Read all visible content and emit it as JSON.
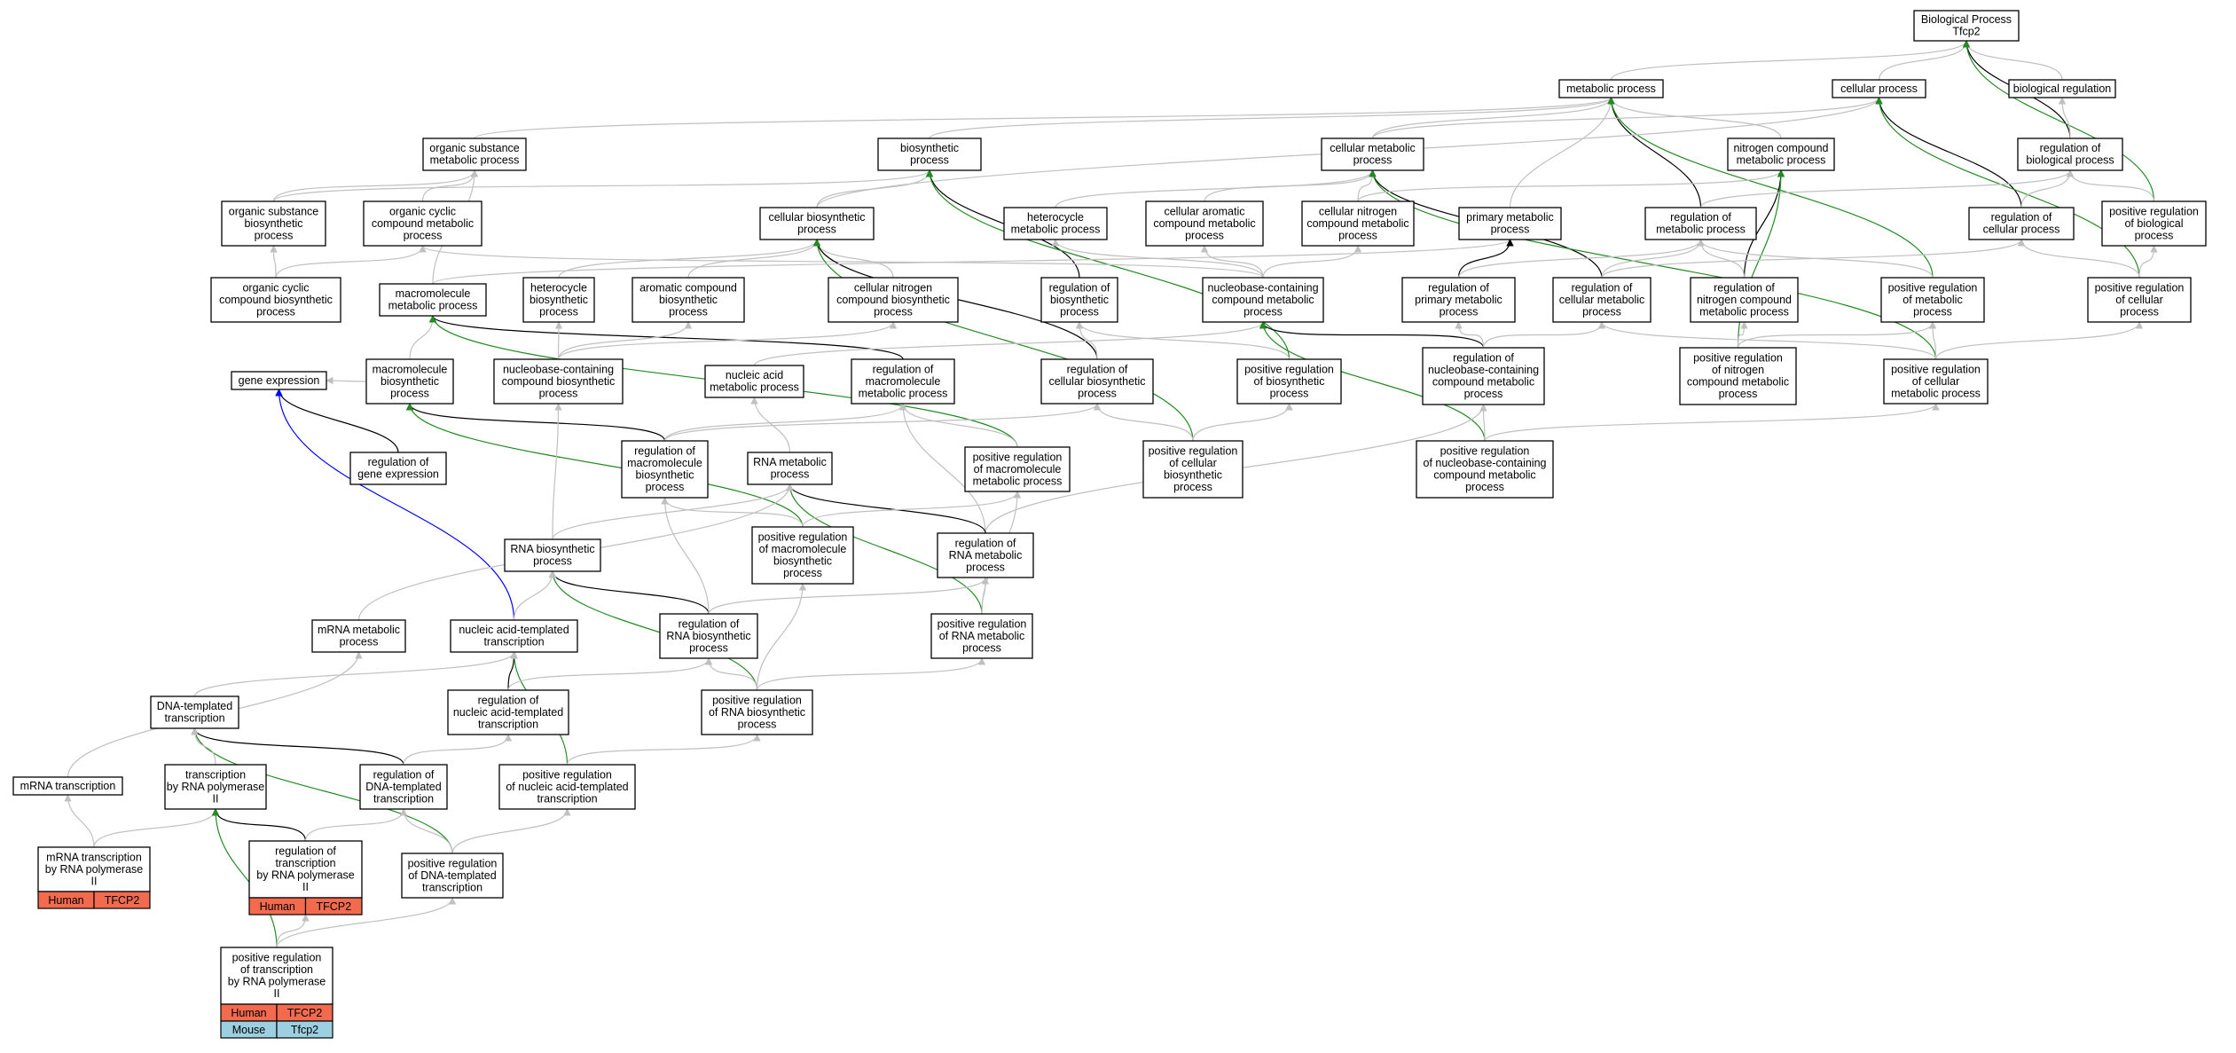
{
  "colors": {
    "grey_edge": "#c0c0c0",
    "black_edge": "#000000",
    "green_edge": "#228b22",
    "blue_edge": "#0000ff",
    "human_cell": "#f26b4f",
    "mouse_cell": "#9ccfe0"
  },
  "nodes": [
    {
      "id": "bp",
      "lines": [
        "Biological Process",
        "Tfcp2"
      ]
    },
    {
      "id": "metabolic",
      "lines": [
        "metabolic process"
      ]
    },
    {
      "id": "cellular",
      "lines": [
        "cellular process"
      ]
    },
    {
      "id": "bioreg",
      "lines": [
        "biological regulation"
      ]
    },
    {
      "id": "orgsubmet",
      "lines": [
        "organic substance",
        "metabolic process"
      ]
    },
    {
      "id": "biosyn",
      "lines": [
        "biosynthetic",
        "process"
      ]
    },
    {
      "id": "cellmet",
      "lines": [
        "cellular metabolic",
        "process"
      ]
    },
    {
      "id": "nitromet",
      "lines": [
        "nitrogen compound",
        "metabolic process"
      ]
    },
    {
      "id": "regbio",
      "lines": [
        "regulation of",
        "biological process"
      ]
    },
    {
      "id": "orgsubbiosyn",
      "lines": [
        "organic substance",
        "biosynthetic",
        "process"
      ]
    },
    {
      "id": "orgcycmet",
      "lines": [
        "organic cyclic",
        "compound metabolic",
        "process"
      ]
    },
    {
      "id": "cellbiosyn",
      "lines": [
        "cellular biosynthetic",
        "process"
      ]
    },
    {
      "id": "heteromet",
      "lines": [
        "heterocycle",
        "metabolic process"
      ]
    },
    {
      "id": "cellarom",
      "lines": [
        "cellular aromatic",
        "compound metabolic",
        "process"
      ]
    },
    {
      "id": "cellnitromet",
      "lines": [
        "cellular nitrogen",
        "compound metabolic",
        "process"
      ]
    },
    {
      "id": "primmet",
      "lines": [
        "primary metabolic",
        "process"
      ]
    },
    {
      "id": "regmet",
      "lines": [
        "regulation of",
        "metabolic process"
      ]
    },
    {
      "id": "regcell",
      "lines": [
        "regulation of",
        "cellular process"
      ]
    },
    {
      "id": "posregbio",
      "lines": [
        "positive regulation",
        "of biological",
        "process"
      ]
    },
    {
      "id": "orgcycbiosyn",
      "lines": [
        "organic cyclic",
        "compound biosynthetic",
        "process"
      ]
    },
    {
      "id": "macromet",
      "lines": [
        "macromolecule",
        "metabolic process"
      ]
    },
    {
      "id": "heterobiosyn",
      "lines": [
        "heterocycle",
        "biosynthetic",
        "process"
      ]
    },
    {
      "id": "arombiosyn",
      "lines": [
        "aromatic compound",
        "biosynthetic",
        "process"
      ]
    },
    {
      "id": "cellnitrobiosyn",
      "lines": [
        "cellular nitrogen",
        "compound biosynthetic",
        "process"
      ]
    },
    {
      "id": "regbiosyn",
      "lines": [
        "regulation of",
        "biosynthetic",
        "process"
      ]
    },
    {
      "id": "nucbasemet",
      "lines": [
        "nucleobase-containing",
        "compound metabolic",
        "process"
      ]
    },
    {
      "id": "regprimmet",
      "lines": [
        "regulation of",
        "primary metabolic",
        "process"
      ]
    },
    {
      "id": "regcellmet",
      "lines": [
        "regulation of",
        "cellular metabolic",
        "process"
      ]
    },
    {
      "id": "regnitromet",
      "lines": [
        "regulation of",
        "nitrogen compound",
        "metabolic process"
      ]
    },
    {
      "id": "posregmet",
      "lines": [
        "positive regulation",
        "of metabolic",
        "process"
      ]
    },
    {
      "id": "posregcell",
      "lines": [
        "positive regulation",
        "of cellular",
        "process"
      ]
    },
    {
      "id": "geneexpr",
      "lines": [
        "gene expression"
      ]
    },
    {
      "id": "macrobiosyn",
      "lines": [
        "macromolecule",
        "biosynthetic",
        "process"
      ]
    },
    {
      "id": "nucbasebiosyn",
      "lines": [
        "nucleobase-containing",
        "compound biosynthetic",
        "process"
      ]
    },
    {
      "id": "nucacidmet",
      "lines": [
        "nucleic acid",
        "metabolic process"
      ]
    },
    {
      "id": "regmacromet",
      "lines": [
        "regulation of",
        "macromolecule",
        "metabolic process"
      ]
    },
    {
      "id": "regcellbiosyn",
      "lines": [
        "regulation of",
        "cellular biosynthetic",
        "process"
      ]
    },
    {
      "id": "posregbiosyn",
      "lines": [
        "positive regulation",
        "of biosynthetic",
        "process"
      ]
    },
    {
      "id": "regnucbasemet",
      "lines": [
        "regulation of",
        "nucleobase-containing",
        "compound metabolic",
        "process"
      ]
    },
    {
      "id": "posregnitromet",
      "lines": [
        "positive regulation",
        "of nitrogen",
        "compound metabolic",
        "process"
      ]
    },
    {
      "id": "posregcellmet",
      "lines": [
        "positive regulation",
        "of cellular",
        "metabolic process"
      ]
    },
    {
      "id": "reggeneexpr",
      "lines": [
        "regulation of",
        "gene expression"
      ]
    },
    {
      "id": "regmacrobiosyn",
      "lines": [
        "regulation of",
        "macromolecule",
        "biosynthetic",
        "process"
      ]
    },
    {
      "id": "rnamet",
      "lines": [
        "RNA metabolic",
        "process"
      ]
    },
    {
      "id": "posregmacromet",
      "lines": [
        "positive regulation",
        "of macromolecule",
        "metabolic process"
      ]
    },
    {
      "id": "posregcellbiosyn",
      "lines": [
        "positive regulation",
        "of cellular",
        "biosynthetic",
        "process"
      ]
    },
    {
      "id": "posregnucbasemet",
      "lines": [
        "positive regulation",
        "of nucleobase-containing",
        "compound metabolic",
        "process"
      ]
    },
    {
      "id": "rnabiosyn",
      "lines": [
        "RNA biosynthetic",
        "process"
      ]
    },
    {
      "id": "posregmacrobiosyn",
      "lines": [
        "positive regulation",
        "of macromolecule",
        "biosynthetic",
        "process"
      ]
    },
    {
      "id": "regrnamet",
      "lines": [
        "regulation of",
        "RNA metabolic",
        "process"
      ]
    },
    {
      "id": "mrnamet",
      "lines": [
        "mRNA metabolic",
        "process"
      ]
    },
    {
      "id": "nucacidtrans",
      "lines": [
        "nucleic acid-templated",
        "transcription"
      ]
    },
    {
      "id": "regrnabiosyn",
      "lines": [
        "regulation of",
        "RNA biosynthetic",
        "process"
      ]
    },
    {
      "id": "posregrnamet",
      "lines": [
        "positive regulation",
        "of RNA metabolic",
        "process"
      ]
    },
    {
      "id": "dnatrans",
      "lines": [
        "DNA-templated",
        "transcription"
      ]
    },
    {
      "id": "regnucacidtrans",
      "lines": [
        "regulation of",
        "nucleic acid-templated",
        "transcription"
      ]
    },
    {
      "id": "posregrnabiosyn",
      "lines": [
        "positive regulation",
        "of RNA biosynthetic",
        "process"
      ]
    },
    {
      "id": "mrnatrans",
      "lines": [
        "mRNA transcription"
      ]
    },
    {
      "id": "transpol2",
      "lines": [
        "transcription",
        "by RNA polymerase",
        "II"
      ]
    },
    {
      "id": "regdnatrans",
      "lines": [
        "regulation of",
        "DNA-templated",
        "transcription"
      ]
    },
    {
      "id": "posregnucacidtrans",
      "lines": [
        "positive regulation",
        "of nucleic acid-templated",
        "transcription"
      ]
    },
    {
      "id": "mrnatranspol2",
      "lines": [
        "mRNA transcription",
        "by RNA polymerase",
        "II"
      ],
      "annotations": [
        {
          "species": "Human",
          "gene": "TFCP2"
        }
      ]
    },
    {
      "id": "regtranspol2",
      "lines": [
        "regulation of",
        "transcription",
        "by RNA polymerase",
        "II"
      ],
      "annotations": [
        {
          "species": "Human",
          "gene": "TFCP2"
        }
      ]
    },
    {
      "id": "posregdnatrans",
      "lines": [
        "positive regulation",
        "of DNA-templated",
        "transcription"
      ]
    },
    {
      "id": "posregtranspol2",
      "lines": [
        "positive regulation",
        "of transcription",
        "by RNA polymerase",
        "II"
      ],
      "annotations": [
        {
          "species": "Human",
          "gene": "TFCP2"
        },
        {
          "species": "Mouse",
          "gene": "Tfcp2"
        }
      ]
    }
  ],
  "edges": [
    [
      "metabolic",
      "bp",
      "grey"
    ],
    [
      "cellular",
      "bp",
      "grey"
    ],
    [
      "bioreg",
      "bp",
      "grey"
    ],
    [
      "regbio",
      "bp",
      "black"
    ],
    [
      "posregbio",
      "bp",
      "green"
    ],
    [
      "orgsubmet",
      "metabolic",
      "grey"
    ],
    [
      "biosyn",
      "metabolic",
      "grey"
    ],
    [
      "cellmet",
      "metabolic",
      "grey"
    ],
    [
      "nitromet",
      "metabolic",
      "grey"
    ],
    [
      "primmet",
      "metabolic",
      "grey"
    ],
    [
      "regmet",
      "metabolic",
      "black"
    ],
    [
      "posregmet",
      "metabolic",
      "green"
    ],
    [
      "cellmet",
      "cellular",
      "grey"
    ],
    [
      "cellbiosyn",
      "cellular",
      "grey"
    ],
    [
      "regcell",
      "cellular",
      "black"
    ],
    [
      "posregcell",
      "cellular",
      "green"
    ],
    [
      "regbio",
      "bioreg",
      "grey"
    ],
    [
      "cellbiosyn",
      "biosyn",
      "grey"
    ],
    [
      "orgsubbiosyn",
      "biosyn",
      "grey"
    ],
    [
      "regbiosyn",
      "biosyn",
      "black"
    ],
    [
      "posregbiosyn",
      "biosyn",
      "green"
    ],
    [
      "cellarom",
      "cellmet",
      "grey"
    ],
    [
      "cellnitromet",
      "cellmet",
      "grey"
    ],
    [
      "heteromet",
      "cellmet",
      "grey"
    ],
    [
      "regcellmet",
      "cellmet",
      "black"
    ],
    [
      "posregcellmet",
      "cellmet",
      "green"
    ],
    [
      "cellnitromet",
      "nitromet",
      "grey"
    ],
    [
      "regnitromet",
      "nitromet",
      "black"
    ],
    [
      "posregnitromet",
      "nitromet",
      "green"
    ],
    [
      "regcell",
      "regbio",
      "grey"
    ],
    [
      "regmet",
      "regbio",
      "grey"
    ],
    [
      "posregbio",
      "regbio",
      "grey"
    ],
    [
      "orgsubbiosyn",
      "orgsubmet",
      "grey"
    ],
    [
      "orgcycmet",
      "orgsubmet",
      "grey"
    ],
    [
      "macromet",
      "orgsubmet",
      "grey"
    ],
    [
      "orgcycbiosyn",
      "orgcycmet",
      "grey"
    ],
    [
      "nucbasemet",
      "orgcycmet",
      "grey"
    ],
    [
      "heterobiosyn",
      "cellbiosyn",
      "grey"
    ],
    [
      "arombiosyn",
      "cellbiosyn",
      "grey"
    ],
    [
      "cellnitrobiosyn",
      "cellbiosyn",
      "grey"
    ],
    [
      "regcellbiosyn",
      "cellbiosyn",
      "black"
    ],
    [
      "posregcellbiosyn",
      "cellbiosyn",
      "green"
    ],
    [
      "nucbasemet",
      "heteromet",
      "grey"
    ],
    [
      "nucbasemet",
      "cellarom",
      "grey"
    ],
    [
      "nucbasemet",
      "cellnitromet",
      "grey"
    ],
    [
      "macromet",
      "primmet",
      "grey"
    ],
    [
      "regprimmet",
      "primmet",
      "black"
    ],
    [
      "regprimmet",
      "regmet",
      "grey"
    ],
    [
      "regcellmet",
      "regmet",
      "grey"
    ],
    [
      "regnitromet",
      "regmet",
      "grey"
    ],
    [
      "posregmet",
      "regmet",
      "grey"
    ],
    [
      "regcellmet",
      "regcell",
      "grey"
    ],
    [
      "posregcell",
      "regcell",
      "grey"
    ],
    [
      "posregcell",
      "posregbio",
      "grey"
    ],
    [
      "orgcycbiosyn",
      "orgsubbiosyn",
      "grey"
    ],
    [
      "macrobiosyn",
      "macromet",
      "grey"
    ],
    [
      "regmacromet",
      "macromet",
      "black"
    ],
    [
      "posregmacromet",
      "macromet",
      "green"
    ],
    [
      "nucbasebiosyn",
      "heterobiosyn",
      "grey"
    ],
    [
      "nucbasebiosyn",
      "arombiosyn",
      "grey"
    ],
    [
      "nucbasebiosyn",
      "cellnitrobiosyn",
      "grey"
    ],
    [
      "regcellbiosyn",
      "regbiosyn",
      "grey"
    ],
    [
      "posregbiosyn",
      "regbiosyn",
      "grey"
    ],
    [
      "nucacidmet",
      "nucbasemet",
      "grey"
    ],
    [
      "regnucbasemet",
      "nucbasemet",
      "black"
    ],
    [
      "posregnucbasemet",
      "nucbasemet",
      "green"
    ],
    [
      "regnucbasemet",
      "regprimmet",
      "grey"
    ],
    [
      "regnucbasemet",
      "regcellmet",
      "grey"
    ],
    [
      "posregcellmet",
      "regcellmet",
      "grey"
    ],
    [
      "posregnitromet",
      "regnitromet",
      "grey"
    ],
    [
      "posregcellmet",
      "posregmet",
      "grey"
    ],
    [
      "posregnitromet",
      "posregmet",
      "grey"
    ],
    [
      "posregcellmet",
      "posregcell",
      "grey"
    ],
    [
      "reggeneexpr",
      "geneexpr",
      "black"
    ],
    [
      "macrobiosyn",
      "geneexpr",
      "grey"
    ],
    [
      "nucacidtrans",
      "geneexpr",
      "blue"
    ],
    [
      "regmacrobiosyn",
      "macrobiosyn",
      "black"
    ],
    [
      "posregmacrobiosyn",
      "macrobiosyn",
      "green"
    ],
    [
      "rnabiosyn",
      "nucbasebiosyn",
      "grey"
    ],
    [
      "rnamet",
      "nucacidmet",
      "grey"
    ],
    [
      "regrnamet",
      "regmacromet",
      "grey"
    ],
    [
      "regmacrobiosyn",
      "regmacromet",
      "grey"
    ],
    [
      "posregmacromet",
      "regmacromet",
      "grey"
    ],
    [
      "regmacrobiosyn",
      "regcellbiosyn",
      "grey"
    ],
    [
      "posregcellbiosyn",
      "regcellbiosyn",
      "grey"
    ],
    [
      "posregcellbiosyn",
      "posregbiosyn",
      "grey"
    ],
    [
      "regrnamet",
      "regnucbasemet",
      "grey"
    ],
    [
      "posregnucbasemet",
      "regnucbasemet",
      "grey"
    ],
    [
      "posregnucbasemet",
      "posregcellmet",
      "grey"
    ],
    [
      "regrnamet",
      "rnamet",
      "black"
    ],
    [
      "posregrnamet",
      "rnamet",
      "green"
    ],
    [
      "rnabiosyn",
      "rnamet",
      "grey"
    ],
    [
      "mrnamet",
      "rnamet",
      "grey"
    ],
    [
      "regrnabiosyn",
      "rnabiosyn",
      "black"
    ],
    [
      "posregrnabiosyn",
      "rnabiosyn",
      "green"
    ],
    [
      "posregmacrobiosyn",
      "posregmacromet",
      "grey"
    ],
    [
      "posregrnamet",
      "posregmacromet",
      "grey"
    ],
    [
      "regrnabiosyn",
      "regmacrobiosyn",
      "grey"
    ],
    [
      "posregmacrobiosyn",
      "regmacrobiosyn",
      "grey"
    ],
    [
      "regrnabiosyn",
      "regrnamet",
      "grey"
    ],
    [
      "posregrnamet",
      "regrnamet",
      "grey"
    ],
    [
      "nucacidtrans",
      "rnabiosyn",
      "grey"
    ],
    [
      "regnucacidtrans",
      "nucacidtrans",
      "black"
    ],
    [
      "posregnucacidtrans",
      "nucacidtrans",
      "green"
    ],
    [
      "dnatrans",
      "nucacidtrans",
      "grey"
    ],
    [
      "regnucacidtrans",
      "regrnabiosyn",
      "grey"
    ],
    [
      "posregrnabiosyn",
      "regrnabiosyn",
      "grey"
    ],
    [
      "posregrnabiosyn",
      "posregmacrobiosyn",
      "grey"
    ],
    [
      "posregrnabiosyn",
      "posregrnamet",
      "grey"
    ],
    [
      "regdnatrans",
      "dnatrans",
      "black"
    ],
    [
      "posregdnatrans",
      "dnatrans",
      "green"
    ],
    [
      "transpol2",
      "dnatrans",
      "grey"
    ],
    [
      "regdnatrans",
      "regnucacidtrans",
      "grey"
    ],
    [
      "posregnucacidtrans",
      "posregrnabiosyn",
      "grey"
    ],
    [
      "mrnatrans",
      "mrnamet",
      "grey"
    ],
    [
      "mrnatranspol2",
      "mrnatrans",
      "grey"
    ],
    [
      "mrnatranspol2",
      "transpol2",
      "grey"
    ],
    [
      "regtranspol2",
      "transpol2",
      "black"
    ],
    [
      "posregtranspol2",
      "transpol2",
      "green"
    ],
    [
      "regtranspol2",
      "regdnatrans",
      "grey"
    ],
    [
      "posregdnatrans",
      "regdnatrans",
      "grey"
    ],
    [
      "posregdnatrans",
      "posregnucacidtrans",
      "grey"
    ],
    [
      "posregtranspol2",
      "regtranspol2",
      "grey"
    ],
    [
      "posregtranspol2",
      "posregdnatrans",
      "grey"
    ]
  ]
}
